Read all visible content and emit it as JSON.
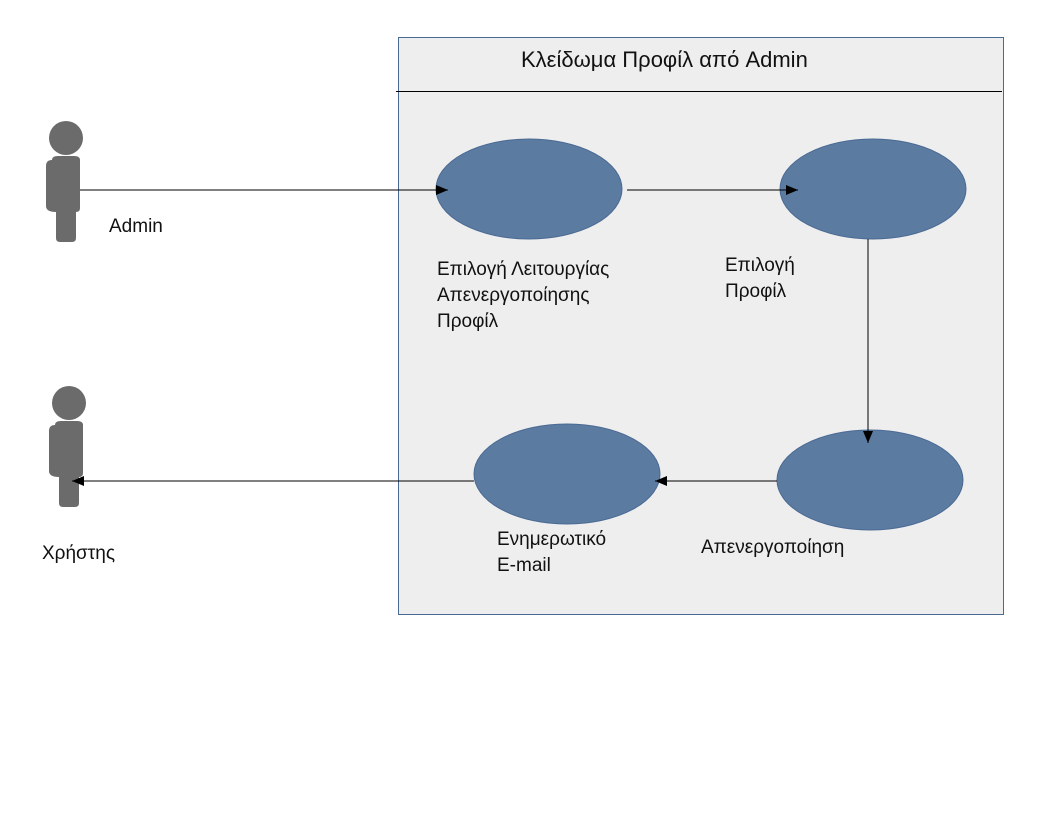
{
  "system": {
    "title": "Κλείδωμα Προφίλ από Admin"
  },
  "actors": {
    "admin": {
      "label": "Admin"
    },
    "user": {
      "label": "Χρήστης"
    }
  },
  "use_cases": {
    "select_function": {
      "lines": [
        "Επιλογή Λειτουργίας",
        "Απενεργοποίησης",
        "Προφίλ"
      ]
    },
    "select_profile": {
      "lines": [
        "Επιλογή",
        "Προφίλ"
      ]
    },
    "deactivation": {
      "lines": [
        "Απενεργοποίηση"
      ]
    },
    "notification_email": {
      "lines": [
        "Ενημερωτικό",
        "E-mail"
      ]
    }
  },
  "colors": {
    "use_case_fill": "#5b7ba1",
    "system_fill": "#eeeeee",
    "system_border": "#4a6a94",
    "actor_fill": "#6b6b6b",
    "line": "#000000"
  }
}
